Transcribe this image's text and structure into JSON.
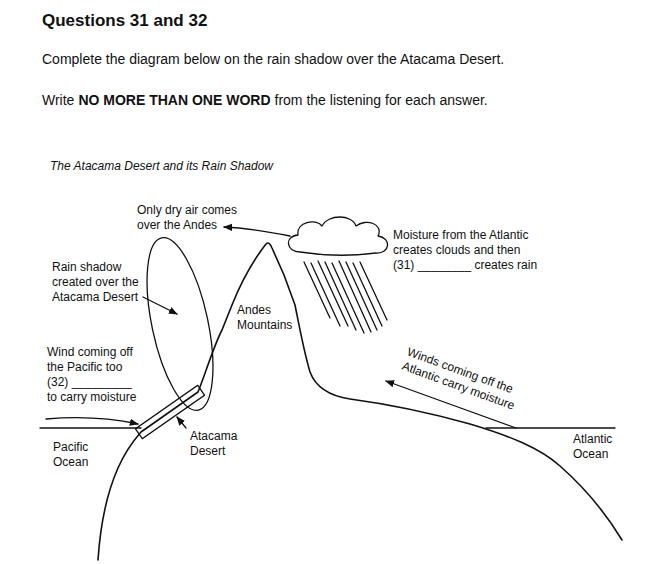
{
  "diagram": {
    "title": "Questions 31 and 32",
    "labels": [
      "Complete the diagram below on the rain shadow over the Atacama Desert.",
      "Write",
      "NO MORE THAN ONE WORD",
      "from the listening for each answer.",
      "The Atacama Desert and its Rain Shadow",
      "Only dry air comes over the Andes",
      "Moisture from the Atlantic creates clouds and then (31) ________ creates rain",
      "Rain shadow created over the Atacama Desert",
      "Andes Mountains",
      "Wind coming off the Pacific too (32) _________ to carry moisture",
      "Winds coming off the Atlantic carry moisture",
      "Pacific Ocean",
      "Atacama Desert",
      "Atlantic Ocean"
    ]
  }
}
